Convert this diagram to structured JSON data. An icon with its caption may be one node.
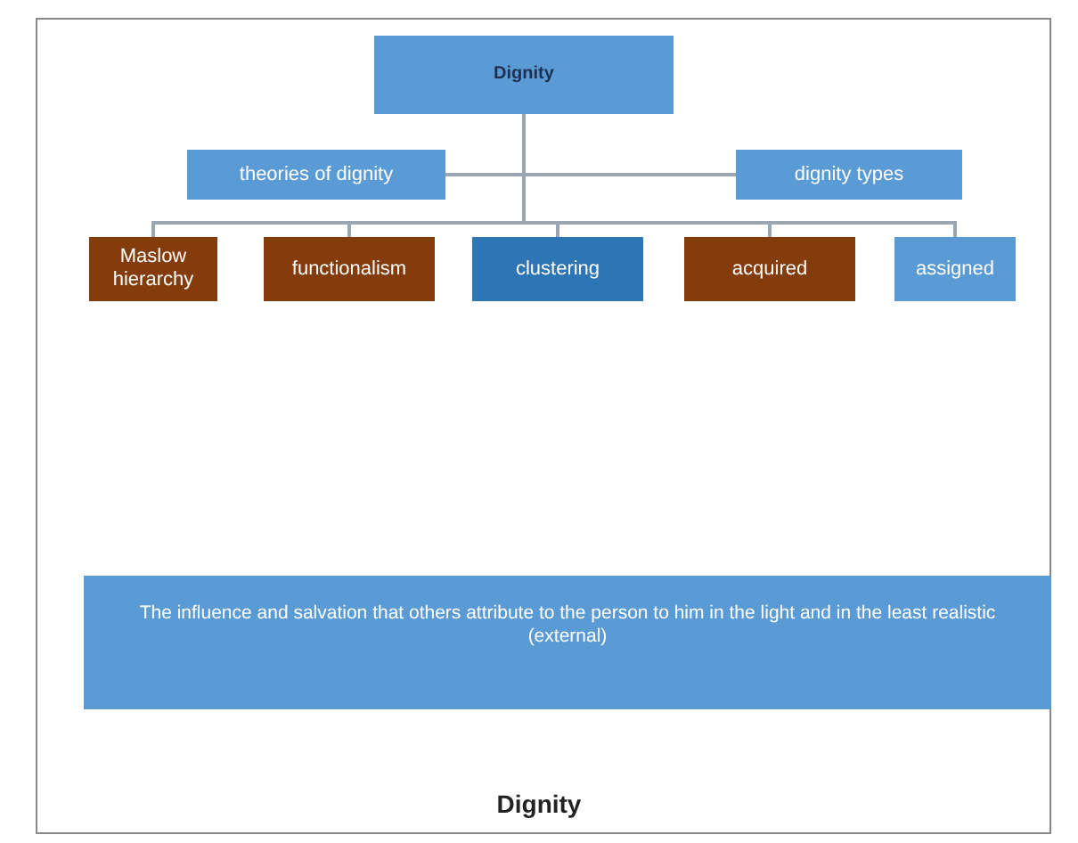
{
  "diagram": {
    "caption": "Dignity",
    "nodes": [
      {
        "text": [
          "Dignity"
        ]
      },
      {
        "text": [
          "theories of dignity"
        ]
      },
      {
        "text": [
          "dignity types"
        ]
      },
      {
        "text": [
          "Maslow hierarchy"
        ]
      },
      {
        "text": [
          "functionalism"
        ]
      },
      {
        "text": [
          "clustering"
        ]
      },
      {
        "text": [
          "acquired"
        ]
      },
      {
        "text": [
          "assigned"
        ]
      },
      {
        "text": [
          "The influence and salvation that others attribute to the person to him in the light and in the least realistic (external)"
        ]
      }
    ],
    "edges": [
      {
        "from": 0,
        "to": 1,
        "arrow": "none"
      },
      {
        "from": 0,
        "to": 2,
        "arrow": "none"
      },
      {
        "from": 0,
        "to": 3,
        "arrow": "none"
      },
      {
        "from": 0,
        "to": 4,
        "arrow": "none"
      },
      {
        "from": 0,
        "to": 5,
        "arrow": "none"
      },
      {
        "from": 0,
        "to": 6,
        "arrow": "none"
      },
      {
        "from": 0,
        "to": 7,
        "arrow": "none"
      }
    ]
  }
}
